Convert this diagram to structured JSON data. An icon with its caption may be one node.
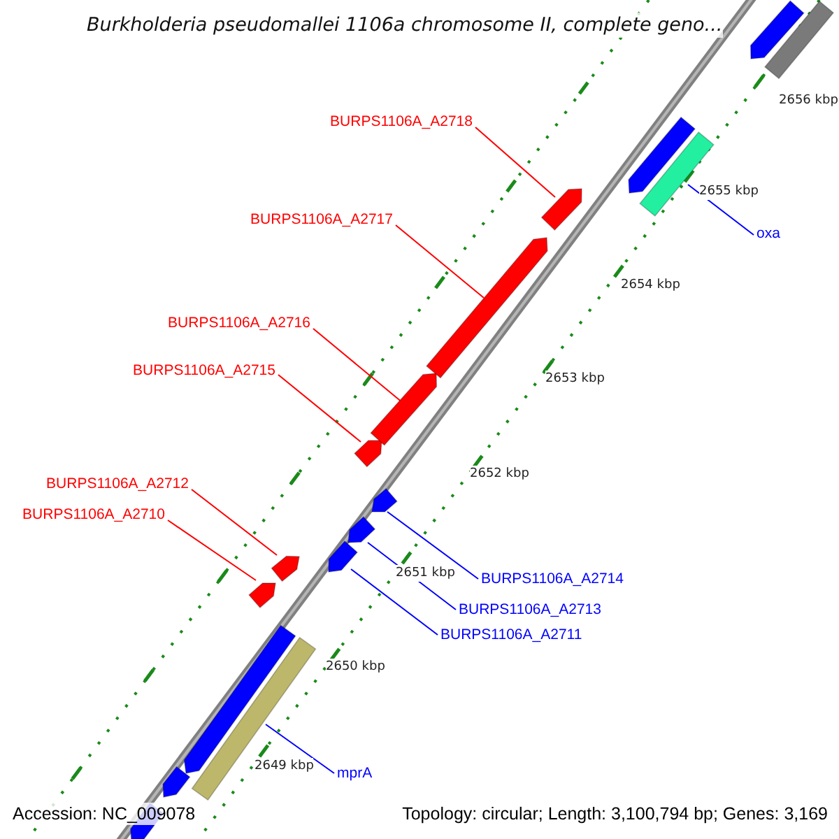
{
  "diagram": {
    "title": "Burkholderia pseudomallei 1106a chromosome II, complete geno...",
    "nodes": [
      {
        "text": [
          "BURPS1106A_A2718"
        ]
      },
      {
        "text": [
          "BURPS1106A_A2717"
        ]
      },
      {
        "text": [
          "oxa"
        ]
      },
      {
        "text": [
          "BURPS1106A_A2716"
        ]
      },
      {
        "text": [
          "BURPS1106A_A2715"
        ]
      },
      {
        "text": [
          "BURPS1106A_A2712"
        ]
      },
      {
        "text": [
          "BURPS1106A_A2710"
        ]
      },
      {
        "text": [
          "BURPS1106A_A2714"
        ]
      },
      {
        "text": [
          "BURPS1106A_A2713"
        ]
      },
      {
        "text": [
          "BURPS1106A_A2711"
        ]
      },
      {
        "text": [
          "mprA"
        ]
      },
      {
        "text": [],
        "shape": "bar"
      },
      {
        "text": [],
        "shape": "bar"
      },
      {
        "text": [],
        "shape": "bar"
      },
      {
        "text": [],
        "shape": "bar"
      },
      {
        "text": [],
        "shape": "bar"
      },
      {
        "text": [],
        "shape": "bar"
      },
      {
        "text": [],
        "shape": "bar"
      },
      {
        "text": [],
        "shape": "bar"
      },
      {
        "text": [],
        "shape": "bar"
      },
      {
        "text": [],
        "shape": "bar"
      },
      {
        "text": [],
        "shape": "bar"
      },
      {
        "text": [],
        "shape": "bar"
      },
      {
        "text": [],
        "shape": "bar"
      },
      {
        "text": [],
        "shape": "bar"
      },
      {
        "text": [],
        "shape": "bar"
      },
      {
        "text": [],
        "shape": "bar"
      },
      {
        "text": [],
        "shape": "bar"
      }
    ],
    "edges": [
      {
        "from": 0,
        "to": 15,
        "arrow": "none"
      },
      {
        "from": 1,
        "to": 16,
        "arrow": "none"
      },
      {
        "from": 2,
        "to": 14,
        "arrow": "none",
        "color": "#0000ff"
      },
      {
        "from": 3,
        "to": 17,
        "arrow": "none"
      },
      {
        "from": 4,
        "to": 18,
        "arrow": "none"
      },
      {
        "from": 5,
        "to": 22,
        "arrow": "none"
      },
      {
        "from": 6,
        "to": 23,
        "arrow": "none"
      },
      {
        "from": 7,
        "to": 19,
        "arrow": "none",
        "color": "#0000ff"
      },
      {
        "from": 8,
        "to": 20,
        "arrow": "none",
        "color": "#0000ff"
      },
      {
        "from": 9,
        "to": 21,
        "arrow": "none",
        "color": "#0000ff"
      },
      {
        "from": 10,
        "to": 25,
        "arrow": "none",
        "color": "#0000ff"
      }
    ],
    "labels": [
      "2656 kbp",
      "2655 kbp",
      "2654 kbp",
      "2653 kbp",
      "2652 kbp",
      "2651 kbp",
      "2650 kbp",
      "2649 kbp",
      "Accession: NC_009078",
      "Topology: circular; Length: 3,100,794 bp; Genes: 3,169"
    ]
  }
}
